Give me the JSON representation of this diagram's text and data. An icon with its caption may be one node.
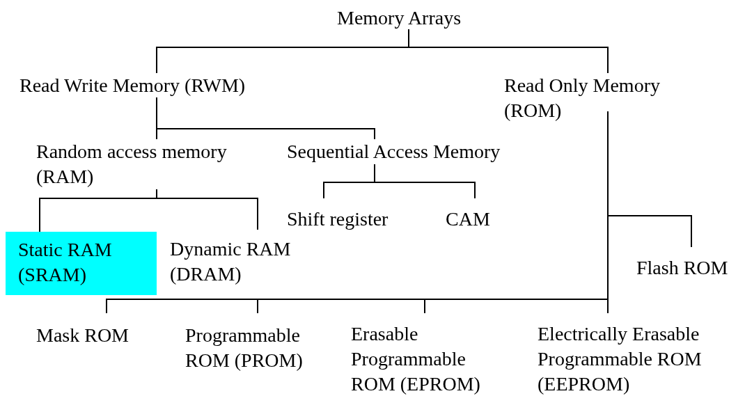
{
  "diagram": {
    "nodes": [
      {
        "text": [
          "Memory Arrays"
        ]
      },
      {
        "text": [
          "Read Write Memory (RWM)"
        ]
      },
      {
        "text": [
          "Read Only Memory (ROM)"
        ]
      },
      {
        "text": [
          "Random access memory (RAM)"
        ]
      },
      {
        "text": [
          "Sequential Access Memory"
        ]
      },
      {
        "text": [
          "Shift register"
        ]
      },
      {
        "text": [
          "CAM"
        ]
      },
      {
        "text": [
          "Static RAM (SRAM)"
        ]
      },
      {
        "text": [
          "Dynamic RAM (DRAM)"
        ]
      },
      {
        "text": [
          "Flash ROM"
        ]
      },
      {
        "text": [
          "Mask ROM"
        ]
      },
      {
        "text": [
          "Programmable ROM (PROM)"
        ]
      },
      {
        "text": [
          "Erasable Programmable ROM (EPROM)"
        ]
      },
      {
        "text": [
          "Electrically Erasable Programmable ROM (EEPROM)"
        ]
      }
    ],
    "edges": [
      {
        "from": 0,
        "to": 1,
        "arrow": "none"
      },
      {
        "from": 0,
        "to": 2,
        "arrow": "none"
      },
      {
        "from": 1,
        "to": 3,
        "arrow": "none"
      },
      {
        "from": 1,
        "to": 4,
        "arrow": "none"
      },
      {
        "from": 3,
        "to": 7,
        "arrow": "none"
      },
      {
        "from": 3,
        "to": 8,
        "arrow": "none"
      },
      {
        "from": 4,
        "to": 5,
        "arrow": "none"
      },
      {
        "from": 4,
        "to": 6,
        "arrow": "none"
      },
      {
        "from": 2,
        "to": 9,
        "arrow": "none"
      },
      {
        "from": 2,
        "to": 10,
        "arrow": "none"
      },
      {
        "from": 2,
        "to": 11,
        "arrow": "none"
      },
      {
        "from": 2,
        "to": 12,
        "arrow": "none"
      },
      {
        "from": 2,
        "to": 13,
        "arrow": "none"
      }
    ]
  }
}
